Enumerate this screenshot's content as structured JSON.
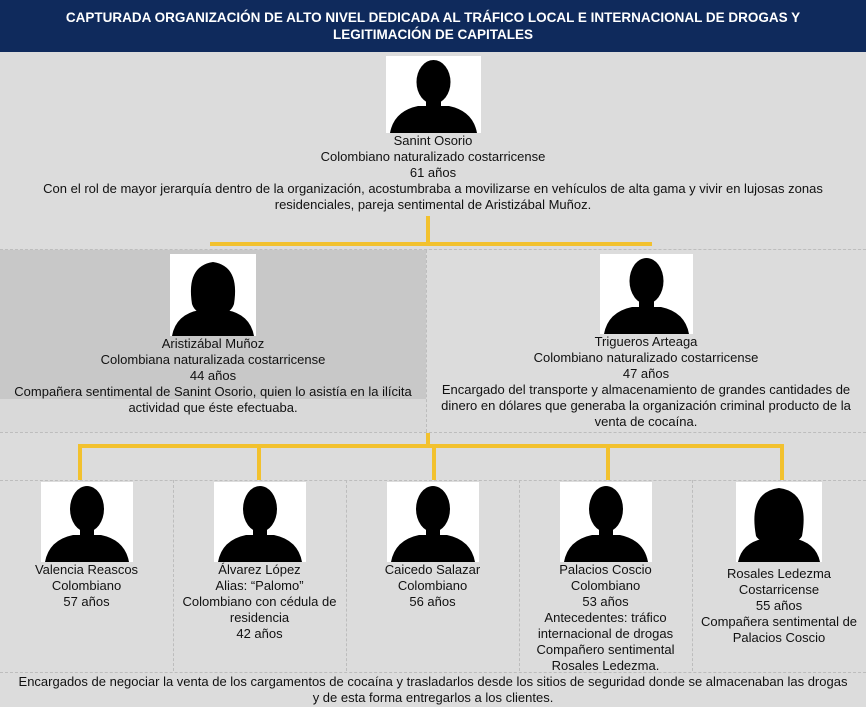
{
  "header": {
    "title": "CAPTURADA ORGANIZACIÓN DE ALTO NIVEL DEDICADA AL TRÁFICO LOCAL E INTERNACIONAL DE DROGAS Y LEGITIMACIÓN DE CAPITALES"
  },
  "colors": {
    "header_bg": "#0f2a5c",
    "connector": "#f2c12e",
    "bg_light": "#dcdcdc",
    "bg_mid": "#c8c8c8"
  },
  "leader": {
    "name": "Sanint Osorio",
    "nationality": "Colombiano naturalizado costarricense",
    "age": "61 años",
    "description": "Con el rol de mayor jerarquía dentro de la organización, acostumbraba a movilizarse en vehículos de alta gama y vivir en lujosas zonas residenciales, pareja sentimental de Aristizábal Muñoz.",
    "icon": "male-silhouette-icon"
  },
  "second_level": [
    {
      "name": "Aristizábal Muñoz",
      "nationality": "Colombiana naturalizada costarricense",
      "age": "44 años",
      "description": "Compañera sentimental de Sanint Osorio, quien lo asistía en la ilícita actividad que éste efectuaba.",
      "icon": "female-silhouette-icon"
    },
    {
      "name": "Trigueros Arteaga",
      "nationality": "Colombiano naturalizado costarricense",
      "age": "47 años",
      "description": "Encargado del transporte y almacenamiento de grandes cantidades de dinero en dólares que generaba la organización criminal producto de la venta de cocaína.",
      "icon": "male-silhouette-icon"
    }
  ],
  "third_level": [
    {
      "lines": [
        "Valencia Reascos",
        "Colombiano",
        "57 años"
      ],
      "icon": "male-silhouette-icon"
    },
    {
      "lines": [
        "Álvarez López",
        "Alias: “Palomo”",
        "Colombiano con cédula de residencia",
        "42 años"
      ],
      "icon": "male-silhouette-icon"
    },
    {
      "lines": [
        "Caicedo Salazar",
        "Colombiano",
        "56 años"
      ],
      "icon": "male-silhouette-icon"
    },
    {
      "lines": [
        "Palacios Coscio",
        "Colombiano",
        "53 años",
        "Antecedentes: tráfico internacional de drogas",
        "Compañero sentimental Rosales Ledezma."
      ],
      "icon": "male-silhouette-icon"
    },
    {
      "lines": [
        "Rosales Ledezma",
        "Costarricense",
        "55 años",
        "Compañera sentimental de Palacios Coscio"
      ],
      "icon": "female-silhouette-icon"
    }
  ],
  "footer": {
    "text": "Encargados de negociar la venta de los cargamentos de cocaína y trasladarlos desde los sitios de seguridad donde se almacenaban las drogas y de esta forma entregarlos a los clientes."
  }
}
